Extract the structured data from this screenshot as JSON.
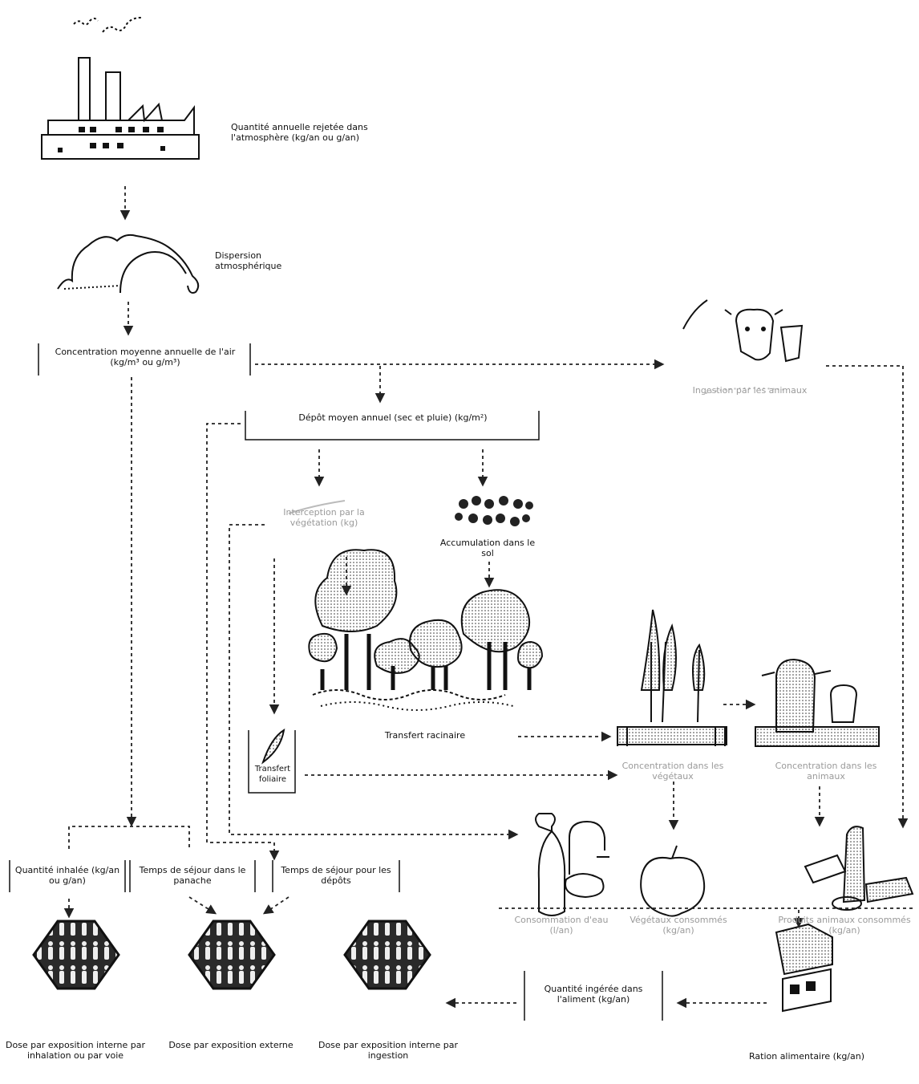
{
  "labels": {
    "emission": "Quantité annuelle rejetée dans l'atmosphère (kg/an ou g/an)",
    "dispersion": "Dispersion atmosphérique",
    "air_concentration": "Concentration moyenne annuelle de l'air (kg/m³ ou g/m³)",
    "deposition": "Dépôt moyen annuel (sec et pluie) (kg/m²)",
    "vegetation_interception": "Interception par la végétation (kg)",
    "soil_accumulation": "Accumulation dans le sol",
    "root_transfer": "Transfert racinaire",
    "leaf_transfer": "Transfert foliaire",
    "plant_concentration": "Concentration dans les végétaux",
    "cow_grazing_top": "Ingestion par les animaux",
    "animal_concentration": "Concentration dans les animaux",
    "inhaled_quantity": "Quantité inhalée (kg/an ou g/an)",
    "time_in_plume": "Temps de séjour dans le panache",
    "time_on_deposits": "Temps de séjour pour les dépôts",
    "water_consumption": "Consommation d'eau (l/an)",
    "fruit_consumption": "Végétaux consommés (kg/an)",
    "dairy_consumption": "Produits animaux consommés (kg/an)",
    "ingested_quantity": "Quantité ingérée dans l'aliment (kg/an)",
    "food_ration": "Ration alimentaire (kg/an)",
    "dose_inhalation": "Dose par exposition interne par inhalation ou par voie",
    "dose_external": "Dose par exposition externe",
    "dose_ingestion": "Dose par exposition interne par ingestion"
  },
  "colors": {
    "ink": "#111111",
    "faint": "#9a9a9a",
    "arrow": "#222222"
  }
}
